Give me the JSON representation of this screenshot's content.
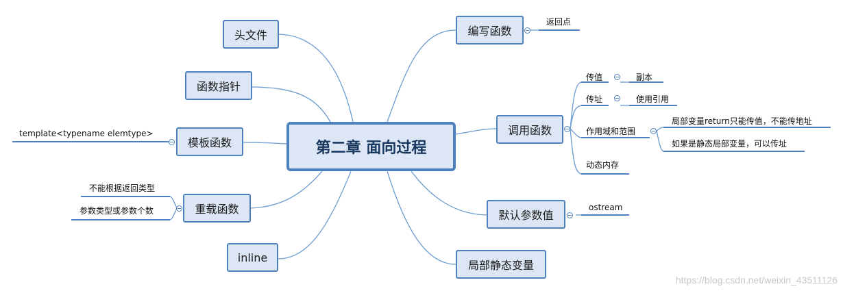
{
  "root": {
    "label": "第二章 面向过程"
  },
  "left_branches": [
    {
      "label": "头文件"
    },
    {
      "label": "函数指针"
    },
    {
      "label": "模板函数",
      "children": [
        "template<typename elemtype>"
      ]
    },
    {
      "label": "重载函数",
      "children": [
        "不能根据返回类型",
        "参数类型或参数个数"
      ]
    },
    {
      "label": "inline"
    }
  ],
  "right_branches": [
    {
      "label": "编写函数",
      "children": [
        "返回点"
      ]
    },
    {
      "label": "调用函数",
      "children": [
        {
          "label": "传值",
          "children": [
            "副本"
          ]
        },
        {
          "label": "传址",
          "children": [
            "使用引用"
          ]
        },
        {
          "label": "作用域和范围",
          "children": [
            "局部变量return只能传值，不能传地址",
            "如果是静态局部变量，可以传址"
          ]
        },
        {
          "label": "动态内存"
        }
      ]
    },
    {
      "label": "默认参数值",
      "children": [
        "ostream"
      ]
    },
    {
      "label": "局部静态变量"
    }
  ],
  "watermark": "https://blog.csdn.net/weixin_43511126",
  "colors": {
    "line": "#5b8fc9",
    "node_fill": "#dce6f4",
    "node_border": "#4f81bd"
  }
}
